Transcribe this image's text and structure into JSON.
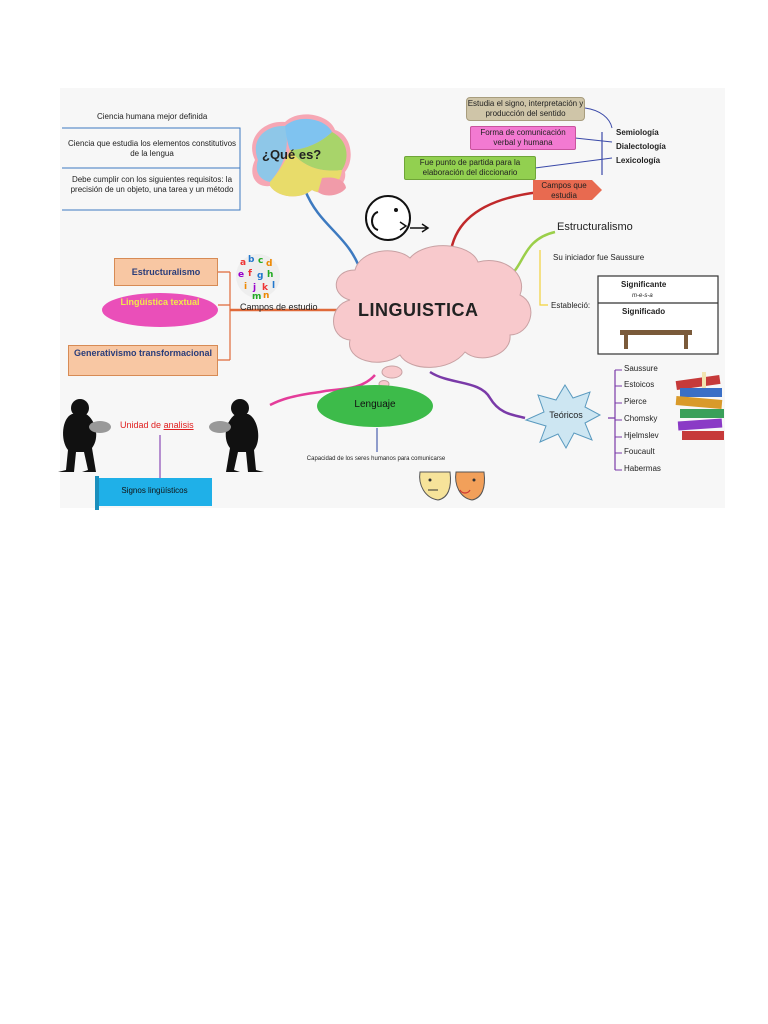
{
  "central": {
    "title": "LINGUISTICA"
  },
  "que_es": {
    "label": "¿Qué es?",
    "items": [
      "Ciencia humana mejor definida",
      "Ciencia que estudia los elementos constitutivos de la lengua",
      "Debe cumplir con los siguientes requisitos: la precisión de un objeto, una tarea y un método"
    ]
  },
  "campos_estudio": {
    "label": "Campos de estudio",
    "items": [
      "Estructuralismo",
      "Lingüística textual",
      "Generativismo transformacional"
    ]
  },
  "campos_que_estudia": {
    "label": "Campos que estudia",
    "items": [
      {
        "term": "Semiología",
        "desc": "Estudia el signo, interpretación y producción del sentido"
      },
      {
        "term": "Dialectología",
        "desc": "Forma de comunicación verbal y humana"
      },
      {
        "term": "Lexicología",
        "desc": "Fue punto de partida para la elaboración del diccionario"
      }
    ]
  },
  "estructuralismo": {
    "label": "Estructuralismo",
    "iniciador": "Su iniciador fue Saussure",
    "establecio": "Estableció:",
    "significante": "Significante",
    "significante_sub": "m-e-s-a",
    "significado": "Significado"
  },
  "lenguaje": {
    "label": "Lenguaje",
    "desc": "Capacidad de los seres humanos para comunicarse",
    "unidad_label_1": "Unidad de",
    "unidad_label_2": "analisis",
    "signos": "Signos lingüísticos"
  },
  "teoricos": {
    "label": "Teóricos",
    "items": [
      "Saussure",
      "Estoicos",
      "Pierce",
      "Chomsky",
      "Hjelmslev",
      "Foucault",
      "Habermas"
    ]
  },
  "colors": {
    "cloud": "#f8c9cc",
    "lenguaje": "#3dbb4a",
    "teoricos": "#cde6f2",
    "signos": "#1fb0e8"
  }
}
